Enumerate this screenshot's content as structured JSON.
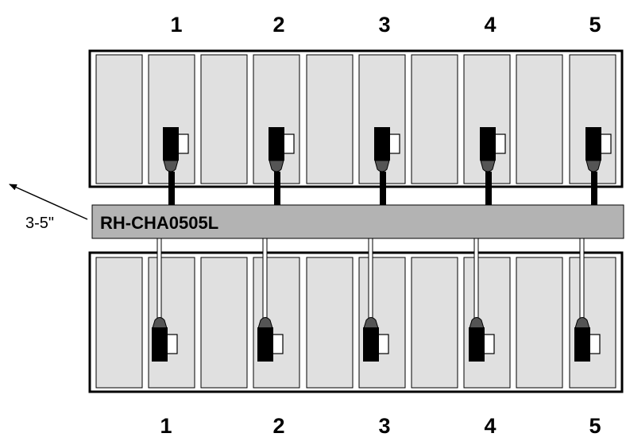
{
  "top_numbers": [
    "1",
    "2",
    "3",
    "4",
    "5"
  ],
  "bottom_numbers": [
    "1",
    "2",
    "3",
    "4",
    "5"
  ],
  "cable_label": "RH-CHA0505L",
  "length_label": "3-5\"",
  "colors": {
    "panel_fill": "#e0e0e0",
    "bar_fill": "#b3b3b3",
    "outline": "#000000",
    "connector": "#000000",
    "boot": "#555555"
  }
}
